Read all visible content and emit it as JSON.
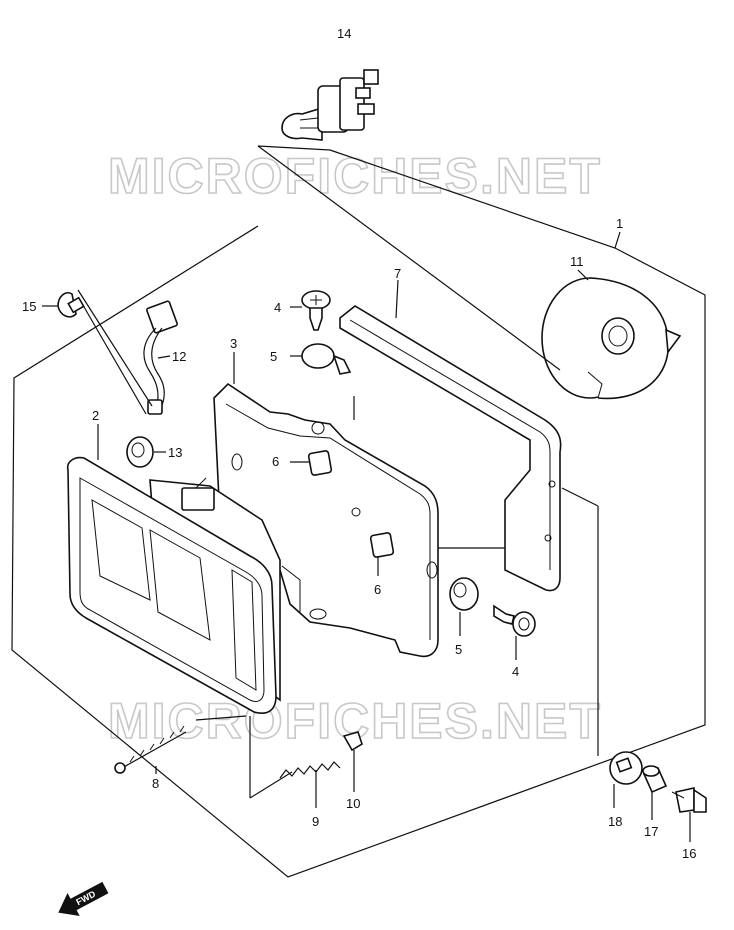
{
  "watermark": "MICROFICHES.NET",
  "direction_label": "FWD",
  "callouts": {
    "c1": "1",
    "c2": "2",
    "c3": "3",
    "c4a": "4",
    "c4b": "4",
    "c5a": "5",
    "c5b": "5",
    "c6a": "6",
    "c6b": "6",
    "c7": "7",
    "c8": "8",
    "c9": "9",
    "c10": "10",
    "c11": "11",
    "c12": "12",
    "c13": "13",
    "c14": "14",
    "c15": "15",
    "c16": "16",
    "c17": "17",
    "c18": "18"
  }
}
